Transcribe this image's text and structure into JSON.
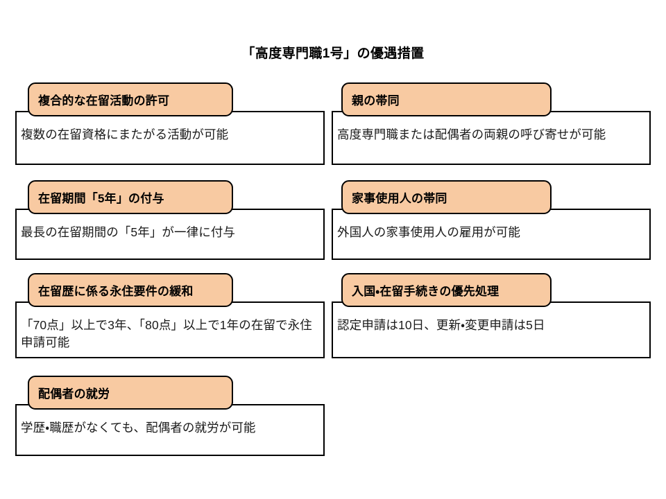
{
  "document": {
    "title": "「高度専門職1号」の優遇措置",
    "background_color": "#ffffff",
    "header_fill_color": "#f8caa2",
    "border_color": "#000000"
  },
  "cards": [
    {
      "id": "multi-activity",
      "header": "複合的な在留活動の許可",
      "body": "複数の在留資格にまたがる活動が可能",
      "column": "left",
      "row": 1
    },
    {
      "id": "parent-accompaniment",
      "header": "親の帯同",
      "body": "高度専門職または配偶者の両親の呼び寄せが可能",
      "column": "right",
      "row": 1
    },
    {
      "id": "five-year-period",
      "header": "在留期間「5年」の付与",
      "body": "最長の在留期間の「5年」が一律に付与",
      "column": "left",
      "row": 2
    },
    {
      "id": "domestic-worker",
      "header": "家事使用人の帯同",
      "body": "外国人の家事使用人の雇用が可能",
      "column": "right",
      "row": 2
    },
    {
      "id": "permanent-residence",
      "header": "在留歴に係る永住要件の緩和",
      "body": "「70点」以上で3年、「80点」以上で1年の在留で永住申請可能",
      "column": "left",
      "row": 3
    },
    {
      "id": "priority-processing",
      "header": "入国・在留手続きの優先処理",
      "body": "認定申請は10日、更新・変更申請は5日",
      "column": "right",
      "row": 3
    },
    {
      "id": "spouse-employment",
      "header": "配偶者の就労",
      "body": "学歴・職歴がなくても、配偶者の就労が可能",
      "column": "left",
      "row": 4
    }
  ]
}
